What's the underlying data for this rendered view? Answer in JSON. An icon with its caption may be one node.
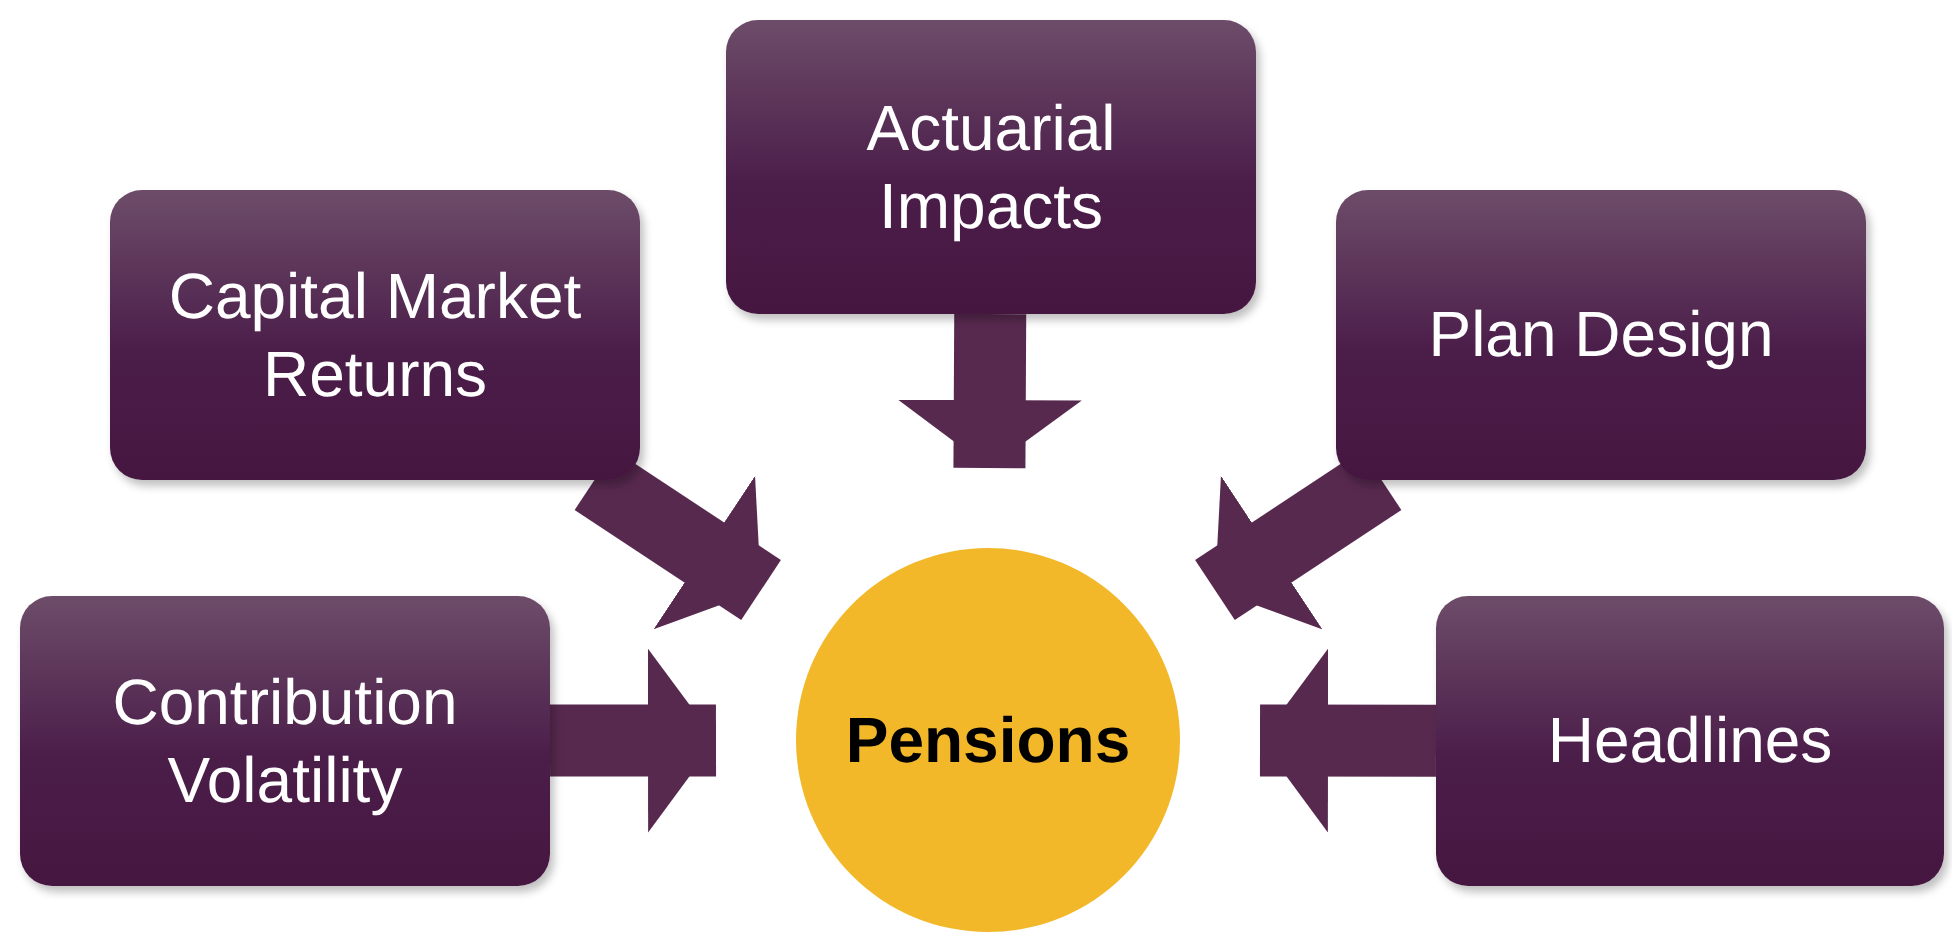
{
  "diagram": {
    "nodes": [
      {
        "text": [
          "Actuarial Impacts"
        ]
      },
      {
        "text": [
          "Capital Market Returns"
        ]
      },
      {
        "text": [
          "Plan Design"
        ]
      },
      {
        "text": [
          "Contribution Volatility"
        ]
      },
      {
        "text": [
          "Pensions"
        ]
      },
      {
        "text": [
          "Headlines"
        ]
      }
    ],
    "edges": [
      {
        "from": 1,
        "to": 4,
        "arrow": "to"
      },
      {
        "from": 0,
        "to": 4,
        "arrow": "to"
      },
      {
        "from": 2,
        "to": 4,
        "arrow": "to"
      },
      {
        "from": 3,
        "to": 4,
        "arrow": "to"
      },
      {
        "from": 5,
        "to": 4,
        "arrow": "to"
      }
    ]
  }
}
